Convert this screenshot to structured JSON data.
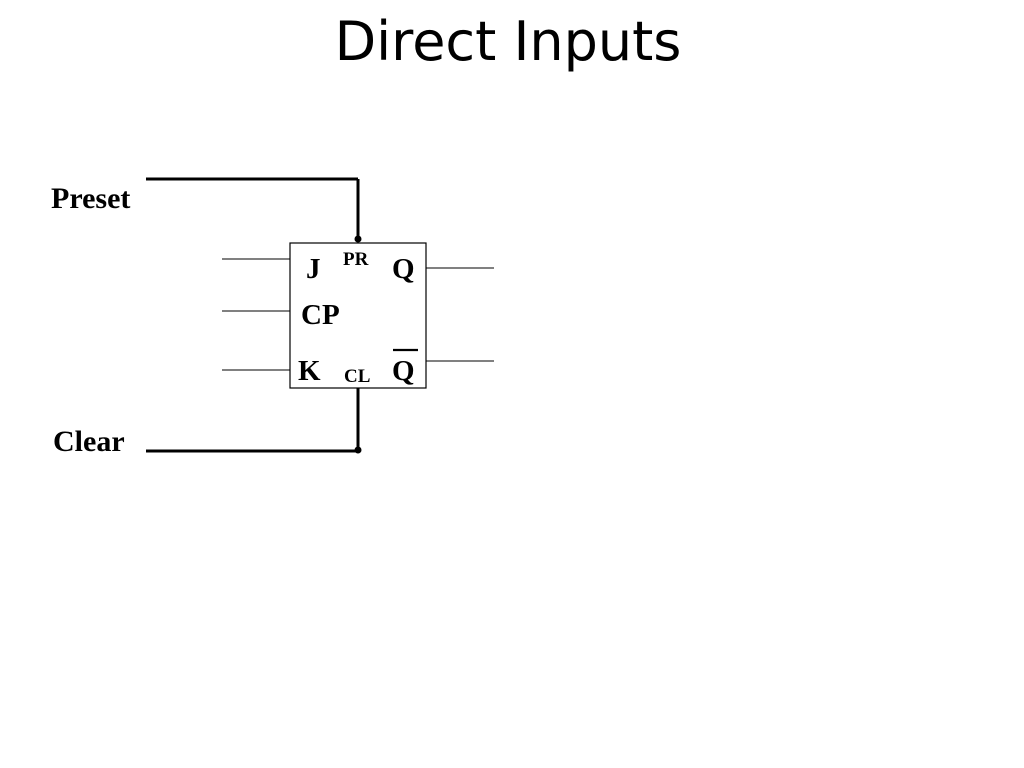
{
  "slide": {
    "title": "Direct Inputs"
  },
  "diagram": {
    "preset_label": "Preset",
    "clear_label": "Clear",
    "flipflop": {
      "j_label": "J",
      "cp_label": "CP",
      "k_label": "K",
      "pr_label": "PR",
      "cl_label": "CL",
      "q_label": "Q",
      "qbar_label": "Q"
    }
  }
}
